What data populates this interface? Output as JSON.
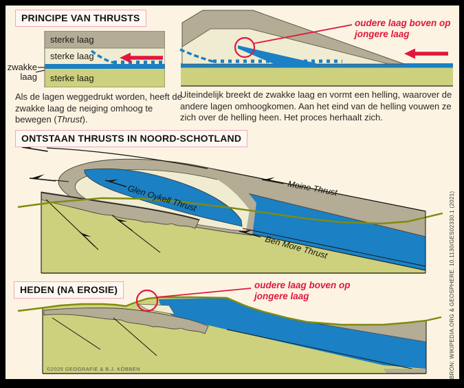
{
  "colors": {
    "background": "#fcf3e3",
    "frame": "#000000",
    "strong_layer_taupe": "#b4ac95",
    "strong_layer_cream": "#f0ecd1",
    "strong_layer_olive": "#cdd17e",
    "weak_layer_blue": "#1b80c4",
    "erosion_line": "#7e8b0e",
    "annotation_red": "#e0173c",
    "heading_border": "#f3a6b6",
    "heading_bg": "#fdf8f2"
  },
  "principle": {
    "heading": "PRINCIPE VAN THRUSTS",
    "layer_top": "sterke laag",
    "layer_middle": "sterke laag",
    "layer_bottom": "sterke laag",
    "weak_label_1": "zwakke",
    "weak_label_2": "laag",
    "caption_1": "Als de lagen weggedrukt worden, heeft de zwakke laag de neiging omhoog te bewegen (",
    "caption_italic": "Thrust",
    "caption_2": ")."
  },
  "evolution": {
    "annotation_1": "oudere laag boven op",
    "annotation_2": "jongere laag",
    "caption": "Uiteindelijk breekt de zwakke laag en vormt een helling, waarover de andere lagen omhoogkomen. Aan het eind van de helling vouwen ze zich over de helling heen. Het proces herhaalt zich."
  },
  "scotland": {
    "heading": "ONTSTAAN THRUSTS IN NOORD-SCHOTLAND",
    "label_glen_oykell": "Glen Oykell Thrust",
    "label_moine": "Moine Thrust",
    "label_ben_more": "Ben More Thrust"
  },
  "heden": {
    "heading": "HEDEN (NA EROSIE)",
    "annotation_1": "oudere laag boven op",
    "annotation_2": "jongere laag",
    "copyright": "©2025 GEOGRAFIE & B.J. KÖBBEN"
  },
  "source": "BRON: WIKIPEDIA.ORG & GEOSPHERE. 10.1130/GES02330.1 (2021)"
}
